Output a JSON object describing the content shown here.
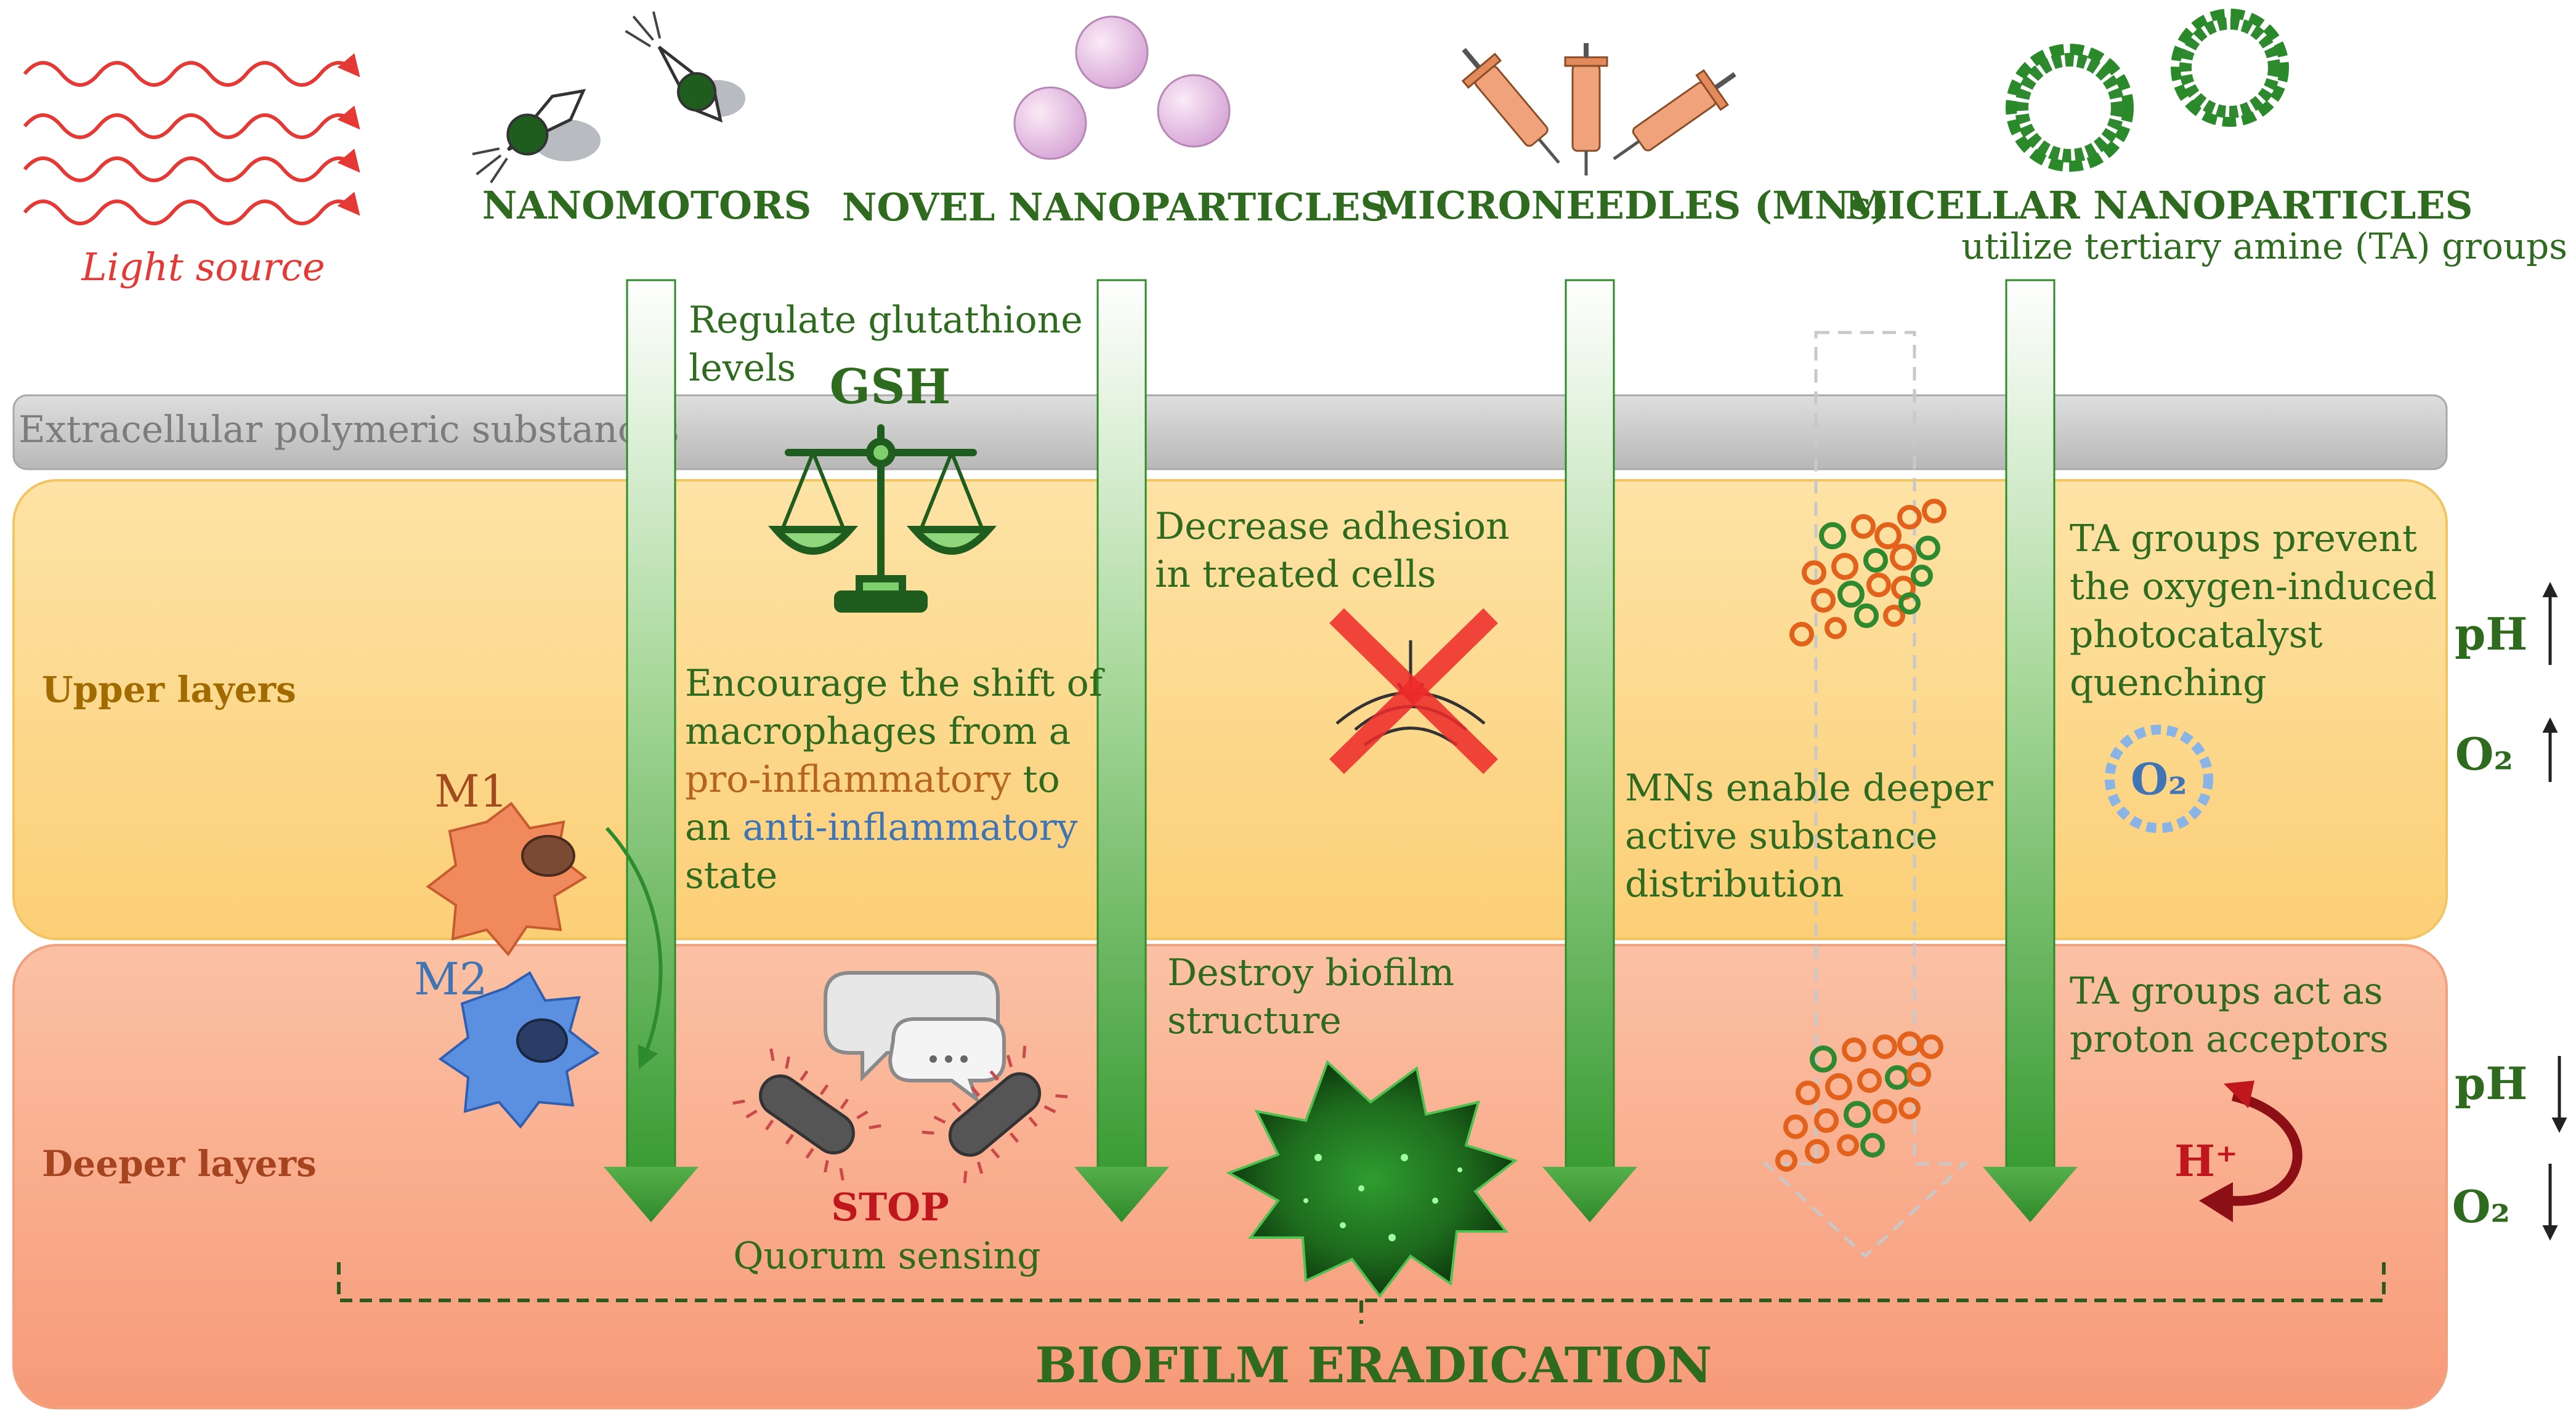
{
  "colors": {
    "green_text": "#2e6b1f",
    "arrow_green": "#3aa33a",
    "upper_band": "#fdd98c",
    "deeper_band": "#f8a987",
    "eps_band": "#c9c9c9",
    "light_red": "#e53935",
    "brown": "#b5651d",
    "blue": "#3f74b5",
    "dark_red": "#c0161d"
  },
  "light_source": {
    "label": "Light source"
  },
  "headers": {
    "nanomotors": "NANOMOTORS",
    "novel_nanoparticles": "NOVEL NANOPARTICLES",
    "microneedles": "MICRONEEDLES (MNs)",
    "micellar_nanoparticles": "MICELLAR NANOPARTICLES",
    "micellar_sub": "utilize tertiary amine (TA) groups"
  },
  "layers": {
    "eps": "Extracellular polymeric substances",
    "upper": "Upper layers",
    "deeper": "Deeper layers"
  },
  "nanomotors": {
    "gsh_line1": "Regulate  glutathione",
    "gsh_line2": "levels",
    "gsh_label": "GSH",
    "macro_line1": "Encourage the shift of",
    "macro_line2": "macrophages from a",
    "macro_pro": "pro-inflammatory",
    "macro_to": " to",
    "macro_an": "an ",
    "macro_anti": "anti-inflammatory",
    "macro_line5": "state",
    "m1": "M1",
    "m2": "M2",
    "stop": "STOP",
    "quorum": "Quorum sensing"
  },
  "novel": {
    "adhesion_line1": "Decrease adhesion",
    "adhesion_line2": "in treated cells",
    "destroy_line1": "Destroy biofilm",
    "destroy_line2": "structure"
  },
  "microneedles": {
    "mn_line1": "MNs enable deeper",
    "mn_line2": "active substance",
    "mn_line3": "distribution"
  },
  "micellar": {
    "ta_upper_line1": "TA groups prevent",
    "ta_upper_line2": "the oxygen-induced",
    "ta_upper_line3": "photocatalyst",
    "ta_upper_line4": "quenching",
    "o2_bubble": "O₂",
    "ta_deeper_line1": "TA groups act as",
    "ta_deeper_line2": "proton acceptors",
    "h_plus": "H⁺"
  },
  "indicators": {
    "ph": "pH",
    "o2": "O₂"
  },
  "footer": {
    "eradication": "BIOFILM ERADICATION"
  }
}
